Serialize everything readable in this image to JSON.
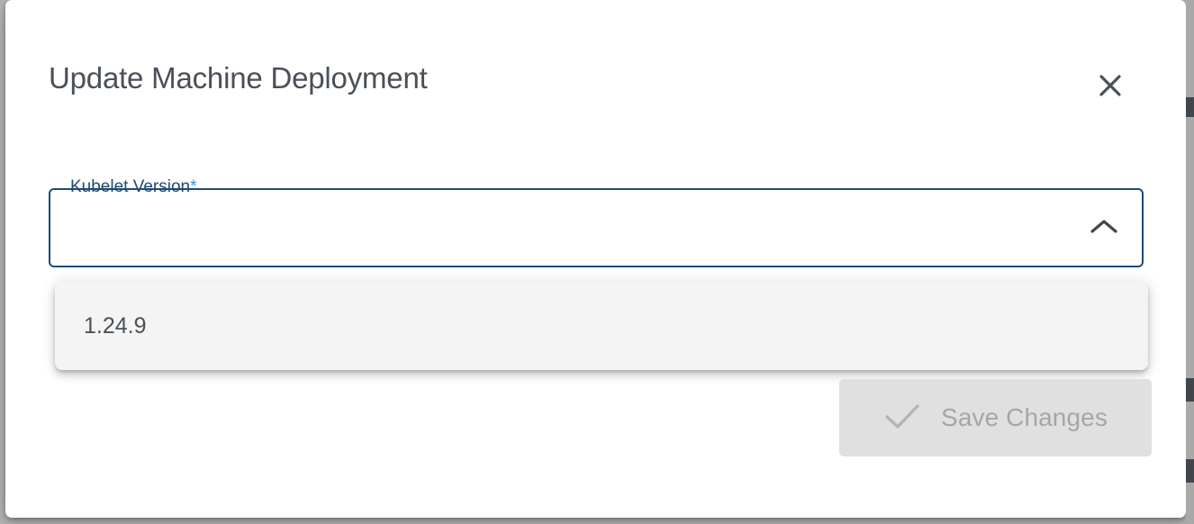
{
  "dialog": {
    "title": "Update Machine Deployment",
    "close_icon": "close-icon"
  },
  "form": {
    "field": {
      "label": "Kubelet Version",
      "required_marker": "*",
      "value": "",
      "placeholder": "",
      "expanded": true,
      "toggle_icon": "chevron-up-icon",
      "border_color": "#1e4b75",
      "label_color": "#1e4b75",
      "required_color": "#2f97e8"
    },
    "dropdown": {
      "options": [
        {
          "label": "1.24.9",
          "selected": false
        }
      ],
      "background_color": "#f4f4f4"
    }
  },
  "footer": {
    "save_button": {
      "label": "Save Changes",
      "icon": "check-icon",
      "disabled": true,
      "background_color": "#e0e0e0",
      "text_color": "#a6a6a6"
    }
  },
  "colors": {
    "title_text": "#4a5057",
    "backdrop": "#b4b4b4",
    "card": "#ffffff"
  }
}
